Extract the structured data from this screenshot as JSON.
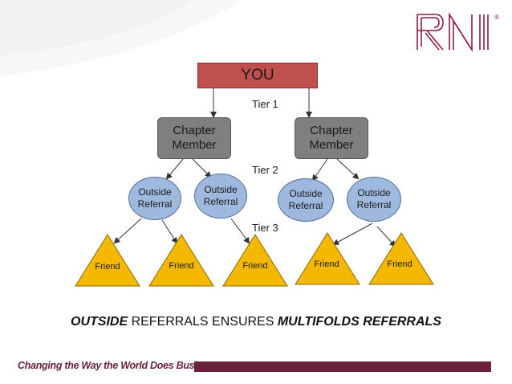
{
  "logo": {
    "text": "BNI",
    "mark": "®",
    "color": "#8b1a3f"
  },
  "diagram": {
    "root": {
      "label": "YOU",
      "color": "#c0504d"
    },
    "tiers": [
      "Tier 1",
      "Tier 2",
      "Tier 3"
    ],
    "members": [
      {
        "label": "Chapter\nMember"
      },
      {
        "label": "Chapter\nMember"
      }
    ],
    "referrals": [
      {
        "label": "Outside\nReferral"
      },
      {
        "label": "Outside\nReferral"
      },
      {
        "label": "Outside\nReferral"
      },
      {
        "label": "Outside\nReferral"
      }
    ],
    "friends": [
      {
        "label": "Friend"
      },
      {
        "label": "Friend"
      },
      {
        "label": "Friend"
      },
      {
        "label": "Friend"
      },
      {
        "label": "Friend"
      }
    ],
    "colors": {
      "member": "#7f7f7f",
      "referral": "#9fb8dd",
      "friend": "#f5b800"
    }
  },
  "slogan": {
    "part1": "OUTSIDE",
    "part2": " REFERRALS ENSURES ",
    "part3": "MULTIFOLDS REFERRALS"
  },
  "footer": {
    "tagline": "Changing the Way the World Does Business®",
    "color": "#6b1f3b"
  }
}
